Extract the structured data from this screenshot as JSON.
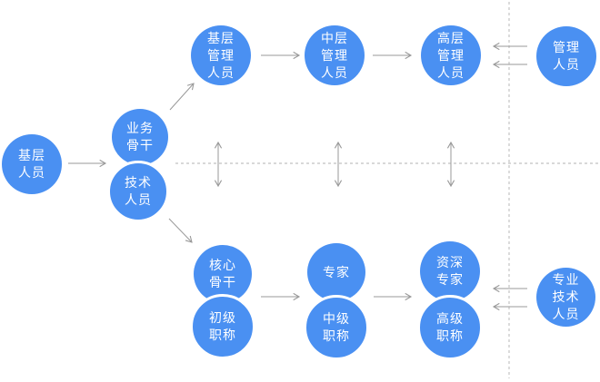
{
  "colors": {
    "node_fill": "#4a90f2",
    "node_text": "#ffffff",
    "arrow": "#999999",
    "dotted_line": "#cccccc"
  },
  "nodes": {
    "base_staff": "基层\n人员",
    "business_backbone": "业务\n骨干",
    "technical_staff": "技术\n人员",
    "junior_manager": "基层\n管理\n人员",
    "middle_manager": "中层\n管理\n人员",
    "senior_manager": "高层\n管理\n人员",
    "management_staff": "管理\n人员",
    "core_backbone": "核心\n骨干",
    "junior_title": "初级\n职称",
    "expert": "专家",
    "intermediate_title": "中级\n职称",
    "senior_expert": "资深\n专家",
    "senior_title": "高级\n职称",
    "professional_technical_staff": "专业\n技术\n人员"
  }
}
